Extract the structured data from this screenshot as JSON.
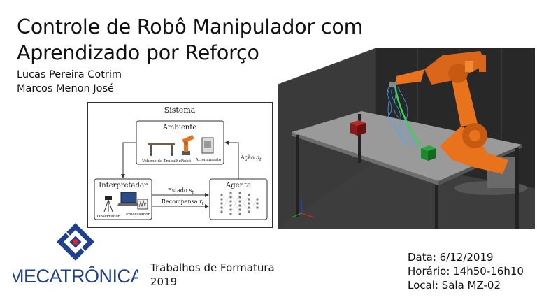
{
  "title": {
    "line1": "Controle de Robô Manipulador com",
    "line2": "Aprendizado por Reforço"
  },
  "authors": [
    "Lucas Pereira Cotrim",
    "Marcos Menon José"
  ],
  "diagram": {
    "system_label": "Sistema",
    "environment": {
      "label": "Ambiente",
      "items": [
        "Volume de Trabalho",
        "Robô",
        "Acionamento"
      ]
    },
    "interpreter": {
      "label": "Interpretador",
      "items": [
        "Observador",
        "Processador"
      ]
    },
    "agent": {
      "label": "Agente"
    },
    "arrows": {
      "state": "Estado",
      "state_sub": "t",
      "reward": "Recompensa",
      "reward_sub": "t",
      "action": "Ação",
      "action_sub": "t"
    }
  },
  "logo": {
    "text": "MECATRÔNICA"
  },
  "event": {
    "line1": "Trabalhos de Formatura",
    "line2": "2019"
  },
  "info": {
    "date": "Data: 6/12/2019",
    "time": "Horário: 14h50-16h10",
    "place": "Local: Sala MZ-02"
  },
  "colors": {
    "robot_orange": "#e8731c",
    "target_red": "#8b1a1a",
    "target_green": "#1a8a2a",
    "scene_dark": "#2f2f2f",
    "logo_blue": "#1f3f8f"
  }
}
